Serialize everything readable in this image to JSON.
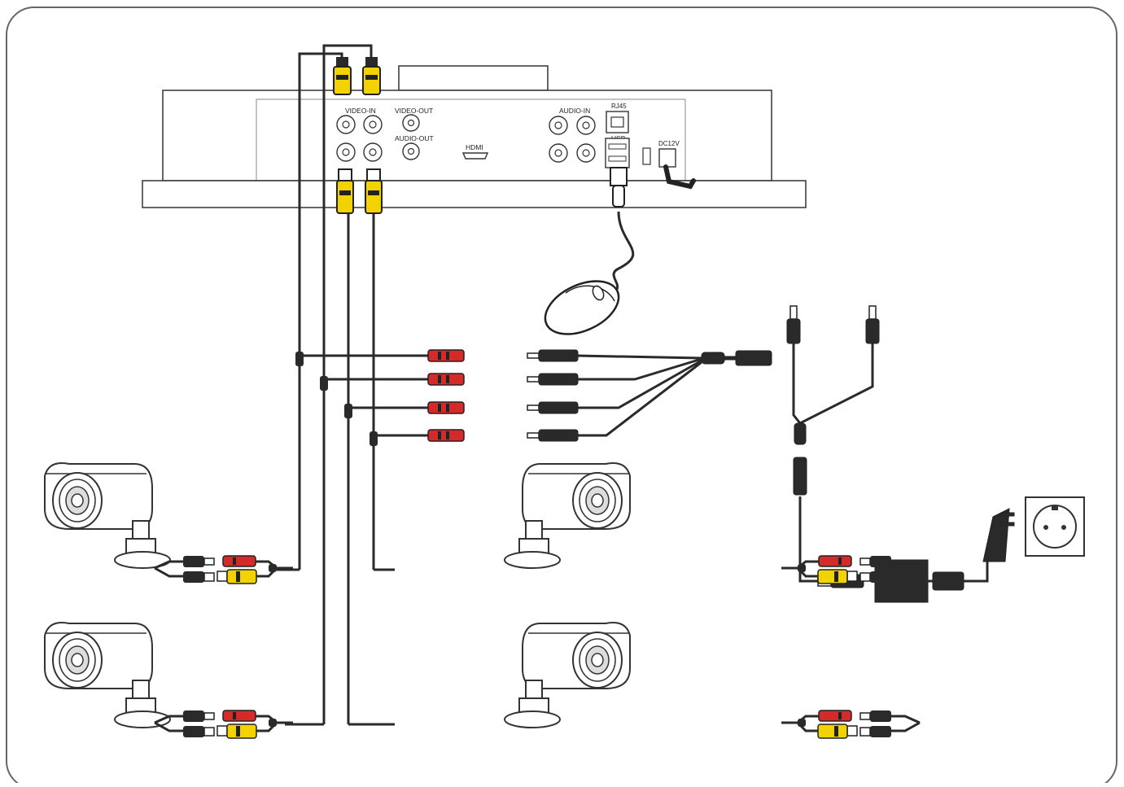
{
  "dvr": {
    "labels": {
      "video_in": "VIDEO-IN",
      "video_out": "VIDEO-OUT",
      "audio_out": "AUDIO-OUT",
      "hdmi": "HDMI",
      "audio_in": "AUDIO-IN",
      "rj45": "RJ45",
      "usb": "USB",
      "dc12v": "DC12V"
    }
  },
  "colors": {
    "line": "#2a2a2a",
    "outline": "#333333",
    "video_plug": "#f2d200",
    "power_plug": "#d42a2a",
    "panel_fill": "#ffffff"
  },
  "components": {
    "cameras": 4,
    "power_splitter_outputs": 4
  }
}
